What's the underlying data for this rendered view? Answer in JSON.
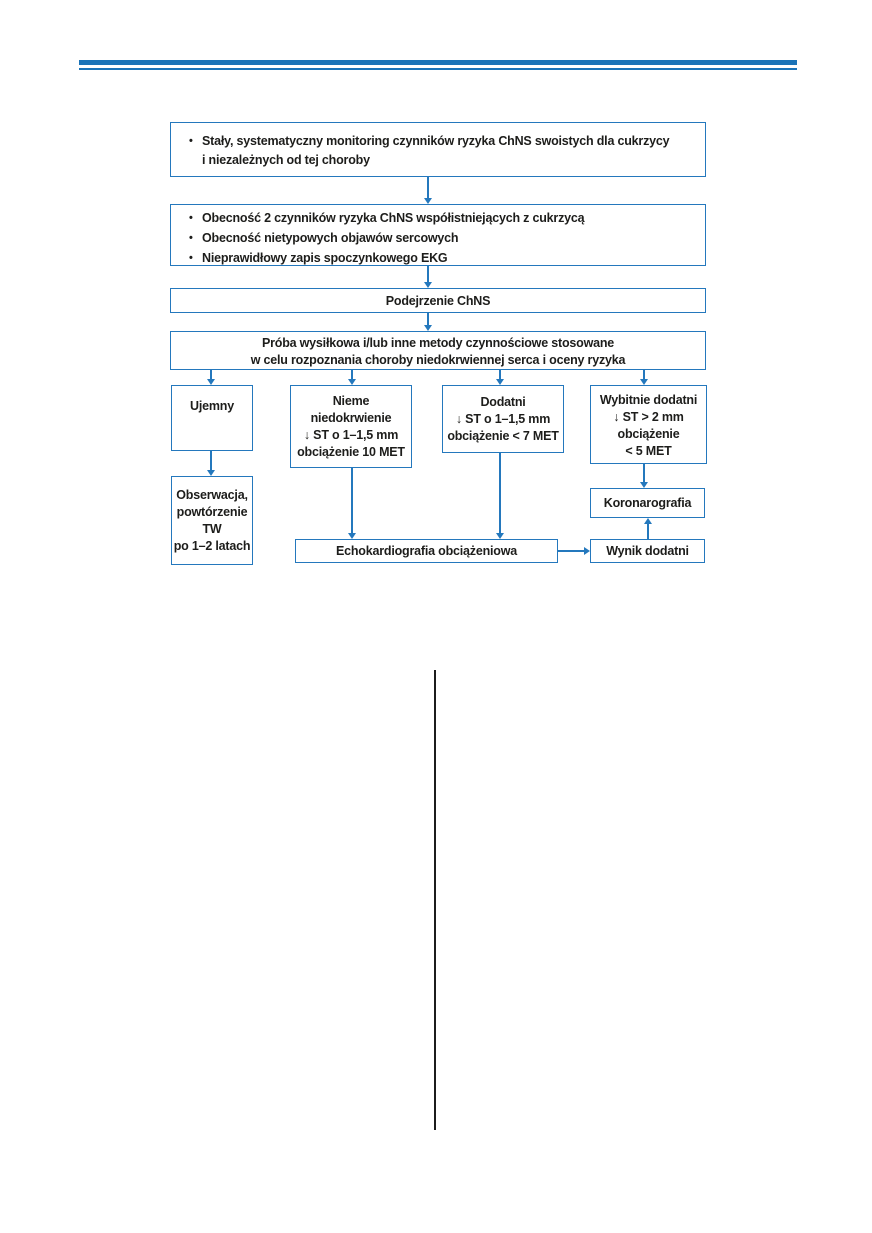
{
  "theme": {
    "accent_color": "#2478bd",
    "header_rule_color": "#1a73b8",
    "divider_color": "#1c1c1c",
    "text_color": "#1d1d1b"
  },
  "flowchart": {
    "bullet_glyph": "•",
    "monitoring": {
      "lines": [
        "Stały, systematyczny monitoring czynników ryzyka ChNS swoistych dla cukrzycy",
        "i niezależnych od tej choroby"
      ]
    },
    "criteria": {
      "bullets": [
        "Obecność 2 czynników ryzyka ChNS współistniejących z cukrzycą",
        "Obecność nietypowych objawów sercowych",
        "Nieprawidłowy zapis spoczynkowego EKG"
      ]
    },
    "suspicion": {
      "label": "Podejrzenie ChNS"
    },
    "test": {
      "lines": [
        "Próba wysiłkowa i/lub inne metody czynnościowe stosowane",
        "w celu rozpoznania choroby niedokrwiennej serca i oceny ryzyka"
      ]
    },
    "results": {
      "negative": {
        "lines": [
          "Ujemny"
        ]
      },
      "silent_ischemia": {
        "lines": [
          "Nieme",
          "niedokrwienie",
          "↓ ST o 1–1,5 mm",
          "obciążenie 10 MET"
        ]
      },
      "positive": {
        "lines": [
          "Dodatni",
          "↓ ST o 1–1,5 mm",
          "obciążenie < 7 MET"
        ]
      },
      "strongly_positive": {
        "lines": [
          "Wybitnie dodatni",
          "↓ ST > 2 mm",
          "obciążenie",
          "< 5 MET"
        ]
      }
    },
    "observation": {
      "lines": [
        "Obserwacja,",
        "powtórzenie",
        "TW",
        "po 1–2 latach"
      ]
    },
    "echo": {
      "label": "Echokardiografia obciążeniowa"
    },
    "coronarography": {
      "label": "Koronarografia"
    },
    "positive_result": {
      "label": "Wynik dodatni"
    }
  }
}
